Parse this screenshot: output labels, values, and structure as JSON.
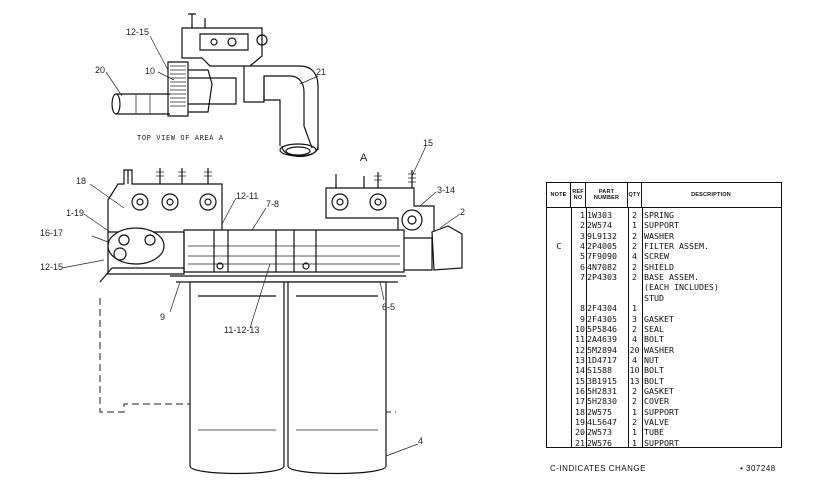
{
  "drawing": {
    "view_caption": "TOP VIEW OF AREA A",
    "view_marker": "A",
    "callouts": [
      "12-15",
      "10",
      "20",
      "21",
      "15",
      "18",
      "12-11",
      "7-8",
      "3-14",
      "2",
      "1-19",
      "16-17",
      "12-15",
      "9",
      "11-12-13",
      "6-5",
      "4"
    ]
  },
  "table": {
    "headers": {
      "note": "NOTE",
      "ref": "REF NO",
      "part": "PART NUMBER",
      "qty": "QTY",
      "desc": "DESCRIPTION"
    },
    "rows": [
      {
        "note": "",
        "ref": "1",
        "part": "1W303",
        "qty": "2",
        "desc": "SPRING"
      },
      {
        "note": "",
        "ref": "2",
        "part": "2W574",
        "qty": "1",
        "desc": "SUPPORT"
      },
      {
        "note": "",
        "ref": "3",
        "part": "9L9132",
        "qty": "2",
        "desc": "WASHER"
      },
      {
        "note": "C",
        "ref": "4",
        "part": "2P4005",
        "qty": "2",
        "desc": "FILTER   ASSEM."
      },
      {
        "note": "",
        "ref": "5",
        "part": "7F9090",
        "qty": "4",
        "desc": "SCREW"
      },
      {
        "note": "",
        "ref": "6",
        "part": "4N7082",
        "qty": "2",
        "desc": "SHIELD"
      },
      {
        "note": "",
        "ref": "7",
        "part": "2P4303",
        "qty": "2",
        "desc": "BASE   ASSEM."
      },
      {
        "note": "",
        "ref": "",
        "part": "",
        "qty": "",
        "desc": "   (EACH   INCLUDES)"
      },
      {
        "note": "",
        "ref": "",
        "part": "",
        "qty": "",
        "desc": "        STUD"
      },
      {
        "note": "",
        "ref": "8",
        "part": "2F4304",
        "qty": "1",
        "desc": ""
      },
      {
        "note": "",
        "ref": "9",
        "part": "2F4305",
        "qty": "3",
        "desc": "GASKET"
      },
      {
        "note": "",
        "ref": "10",
        "part": "5P5846",
        "qty": "2",
        "desc": "SEAL"
      },
      {
        "note": "",
        "ref": "11",
        "part": "2A4639",
        "qty": "4",
        "desc": "BOLT"
      },
      {
        "note": "",
        "ref": "12",
        "part": "5M2894",
        "qty": "20",
        "desc": "WASHER"
      },
      {
        "note": "",
        "ref": "13",
        "part": "1D4717",
        "qty": "4",
        "desc": "NUT"
      },
      {
        "note": "",
        "ref": "14",
        "part": "S1588",
        "qty": "10",
        "desc": "BOLT"
      },
      {
        "note": "",
        "ref": "15",
        "part": "3B1915",
        "qty": "13",
        "desc": "BOLT"
      },
      {
        "note": "",
        "ref": "16",
        "part": "5H2831",
        "qty": "2",
        "desc": "GASKET"
      },
      {
        "note": "",
        "ref": "17",
        "part": "5H2830",
        "qty": "2",
        "desc": "COVER"
      },
      {
        "note": "",
        "ref": "18",
        "part": "2W575",
        "qty": "1",
        "desc": "SUPPORT"
      },
      {
        "note": "",
        "ref": "19",
        "part": "4L5647",
        "qty": "2",
        "desc": "VALVE"
      },
      {
        "note": "",
        "ref": "20",
        "part": "2W573",
        "qty": "1",
        "desc": "TUBE"
      },
      {
        "note": "",
        "ref": "21",
        "part": "2W576",
        "qty": "1",
        "desc": "SUPPORT"
      }
    ]
  },
  "footer": {
    "legend": "C-INDICATES   CHANGE",
    "sheet_number": "•  307248"
  }
}
